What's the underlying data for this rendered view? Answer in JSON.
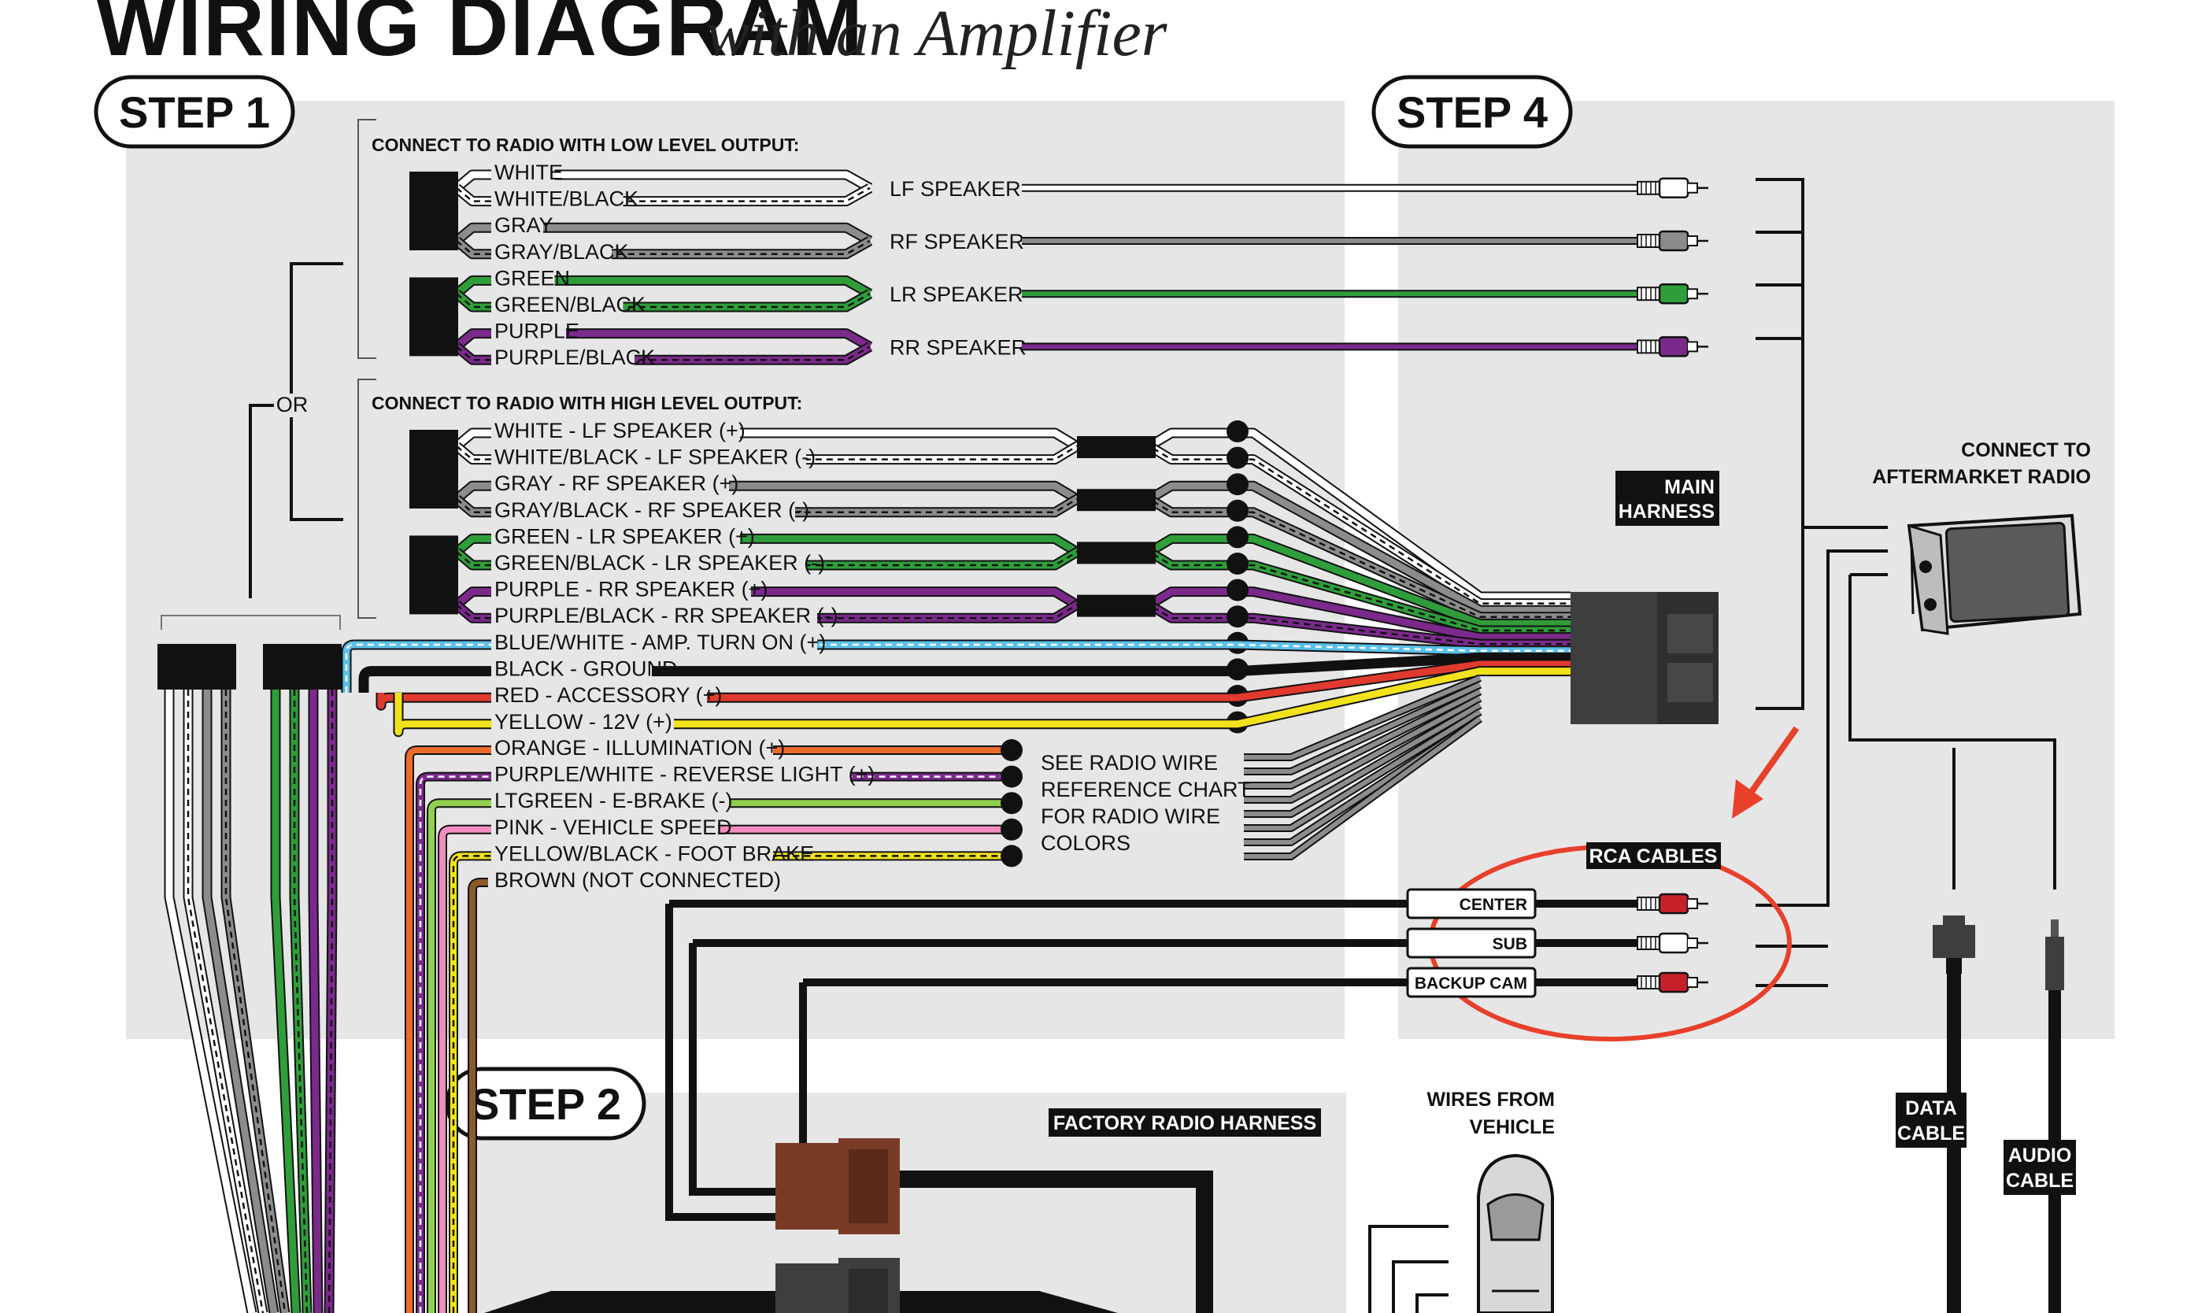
{
  "title": {
    "main": "WIRING DIAGRAM",
    "sub": "with an Amplifier"
  },
  "steps": {
    "step1": "STEP 1",
    "step2": "STEP 2",
    "step4": "STEP 4"
  },
  "sections": {
    "low_level": "CONNECT TO RADIO WITH LOW LEVEL OUTPUT:",
    "high_level": "CONNECT TO RADIO WITH HIGH LEVEL OUTPUT:",
    "or_label": "OR"
  },
  "low_level_wires": [
    {
      "label": "WHITE",
      "color": "#ffffff"
    },
    {
      "label": "WHITE/BLACK",
      "color": "#ffffff",
      "stripe": "#111111"
    },
    {
      "label": "GRAY",
      "color": "#8c8c8c"
    },
    {
      "label": "GRAY/BLACK",
      "color": "#8c8c8c",
      "stripe": "#111111"
    },
    {
      "label": "GREEN",
      "color": "#2f9e3a"
    },
    {
      "label": "GREEN/BLACK",
      "color": "#2f9e3a",
      "stripe": "#111111"
    },
    {
      "label": "PURPLE",
      "color": "#7b2a8c"
    },
    {
      "label": "PURPLE/BLACK",
      "color": "#7b2a8c",
      "stripe": "#111111"
    }
  ],
  "speakers": [
    {
      "label": "LF SPEAKER",
      "color": "#ffffff"
    },
    {
      "label": "RF SPEAKER",
      "color": "#8c8c8c"
    },
    {
      "label": "LR SPEAKER",
      "color": "#2f9e3a"
    },
    {
      "label": "RR SPEAKER",
      "color": "#7b2a8c"
    }
  ],
  "high_level_wires": [
    {
      "label": "WHITE - LF SPEAKER (+)",
      "color": "#ffffff"
    },
    {
      "label": "WHITE/BLACK - LF SPEAKER (-)",
      "color": "#ffffff",
      "stripe": "#111111"
    },
    {
      "label": "GRAY - RF SPEAKER (+)",
      "color": "#8c8c8c"
    },
    {
      "label": "GRAY/BLACK - RF SPEAKER (-)",
      "color": "#8c8c8c",
      "stripe": "#111111"
    },
    {
      "label": "GREEN - LR SPEAKER (+)",
      "color": "#2f9e3a"
    },
    {
      "label": "GREEN/BLACK - LR SPEAKER (-)",
      "color": "#2f9e3a",
      "stripe": "#111111"
    },
    {
      "label": "PURPLE - RR SPEAKER (+)",
      "color": "#7b2a8c"
    },
    {
      "label": "PURPLE/BLACK - RR SPEAKER (-)",
      "color": "#7b2a8c",
      "stripe": "#111111"
    }
  ],
  "power_wires": [
    {
      "label": "BLUE/WHITE - AMP. TURN ON (+)",
      "color": "#5bc0eb",
      "stripe": "#ffffff"
    },
    {
      "label": "BLACK - GROUND",
      "color": "#111111"
    },
    {
      "label": "RED - ACCESSORY (+)",
      "color": "#e03a2f"
    },
    {
      "label": "YELLOW - 12V (+)",
      "color": "#f2e21c"
    }
  ],
  "aux_wires": [
    {
      "label": "ORANGE - ILLUMINATION (+)",
      "color": "#ec6a2c"
    },
    {
      "label": "PURPLE/WHITE - REVERSE LIGHT (+)",
      "color": "#7b2a8c",
      "stripe": "#ffffff"
    },
    {
      "label": "LTGREEN - E-BRAKE (-)",
      "color": "#8fd14f"
    },
    {
      "label": "PINK - VEHICLE SPEED",
      "color": "#f08cbf"
    },
    {
      "label": "YELLOW/BLACK - FOOT BRAKE",
      "color": "#f2e21c",
      "stripe": "#111111"
    }
  ],
  "brown_wire": {
    "label": "BROWN (NOT CONNECTED)",
    "color": "#8b5a2b"
  },
  "reference_note": [
    "SEE RADIO WIRE",
    "REFERENCE CHART",
    "FOR RADIO WIRE",
    "COLORS"
  ],
  "labels": {
    "main_harness": [
      "MAIN",
      "HARNESS"
    ],
    "connect_to": [
      "CONNECT TO",
      "AFTERMARKET RADIO"
    ],
    "rca_cables": "RCA CABLES",
    "factory_harness": "FACTORY RADIO HARNESS",
    "wires_from": [
      "WIRES FROM",
      "VEHICLE"
    ],
    "data_cable": [
      "DATA",
      "CABLE"
    ],
    "audio_cable": [
      "AUDIO",
      "CABLE"
    ]
  },
  "rca": [
    {
      "label": "CENTER",
      "color": "#c8202a"
    },
    {
      "label": "SUB",
      "color": "#ffffff"
    },
    {
      "label": "BACKUP CAM",
      "color": "#c8202a"
    }
  ],
  "colors": {
    "panel": "#e6e6e7",
    "highlight": "#e8402b",
    "harness": "#3e3e40",
    "factory_connector": "#7a3b26"
  }
}
